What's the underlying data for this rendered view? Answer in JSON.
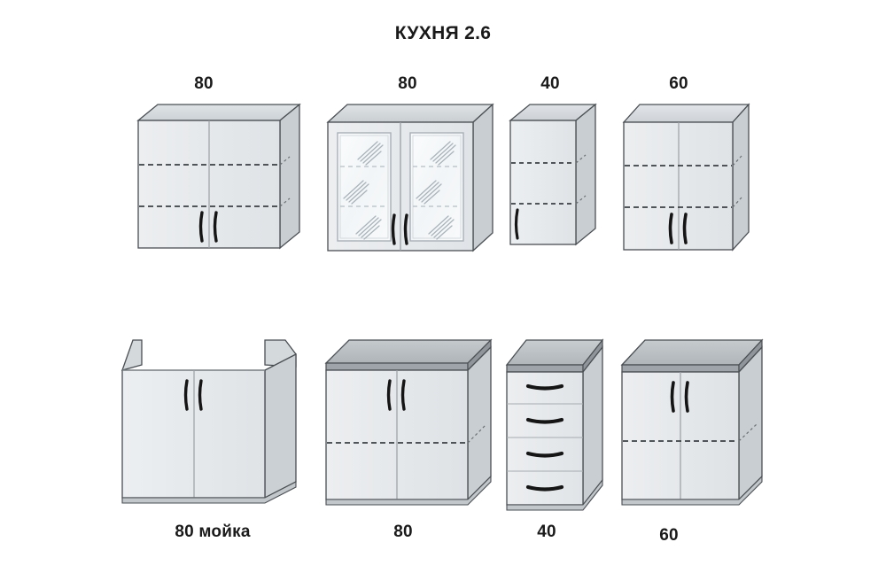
{
  "title": "КУХНЯ 2.6",
  "colors": {
    "background": "#ffffff",
    "text": "#1a1a1a",
    "door_face": "#e6e9eb",
    "door_face_light": "#eef0f2",
    "carcass_side": "#cbd0d4",
    "carcass_top": "#d6dadd",
    "counter_top": "#b9bec2",
    "counter_edge": "#8f959a",
    "outline": "#4a4f54",
    "shelf_dash": "#3b4045",
    "handle": "#151515",
    "glass_fill": "#f6f8f9",
    "glass_streak": "#b9c2c9",
    "toe_kick": "#c2c7cb"
  },
  "rows": [
    {
      "name": "wall-cabinets",
      "label_position": "top",
      "units": [
        {
          "id": "wall-80-solid",
          "label": "80",
          "type": "wall-cabinet",
          "doors": 2,
          "door_style": "solid",
          "shelves": 2,
          "handle_style": "vertical",
          "handle_side": "center",
          "width_cm": 80
        },
        {
          "id": "wall-80-glass",
          "label": "80",
          "type": "wall-cabinet",
          "doors": 2,
          "door_style": "glass",
          "shelves": 2,
          "handle_style": "vertical",
          "handle_side": "center",
          "width_cm": 80
        },
        {
          "id": "wall-40",
          "label": "40",
          "type": "wall-cabinet",
          "doors": 1,
          "door_style": "solid",
          "shelves": 2,
          "handle_style": "vertical",
          "handle_side": "left",
          "width_cm": 40
        },
        {
          "id": "wall-60",
          "label": "60",
          "type": "wall-cabinet",
          "doors": 2,
          "door_style": "solid",
          "shelves": 2,
          "handle_style": "vertical",
          "handle_side": "center",
          "width_cm": 60
        }
      ]
    },
    {
      "name": "base-cabinets",
      "label_position": "bottom",
      "units": [
        {
          "id": "base-80-sink",
          "label": "80 мойка",
          "type": "sink-base",
          "doors": 2,
          "door_style": "solid",
          "shelves": 0,
          "countertop": false,
          "handle_style": "vertical",
          "handle_side": "center",
          "width_cm": 80
        },
        {
          "id": "base-80",
          "label": "80",
          "type": "base-cabinet",
          "doors": 2,
          "door_style": "solid",
          "shelves": 1,
          "countertop": true,
          "handle_style": "vertical",
          "handle_side": "center",
          "width_cm": 80
        },
        {
          "id": "base-40-drawers",
          "label": "40",
          "type": "drawer-base",
          "doors": 0,
          "drawers": 4,
          "countertop": true,
          "handle_style": "horizontal",
          "width_cm": 40
        },
        {
          "id": "base-60",
          "label": "60",
          "type": "base-cabinet",
          "doors": 2,
          "door_style": "solid",
          "shelves": 1,
          "countertop": true,
          "handle_style": "vertical",
          "handle_side": "center",
          "width_cm": 60
        }
      ]
    }
  ]
}
